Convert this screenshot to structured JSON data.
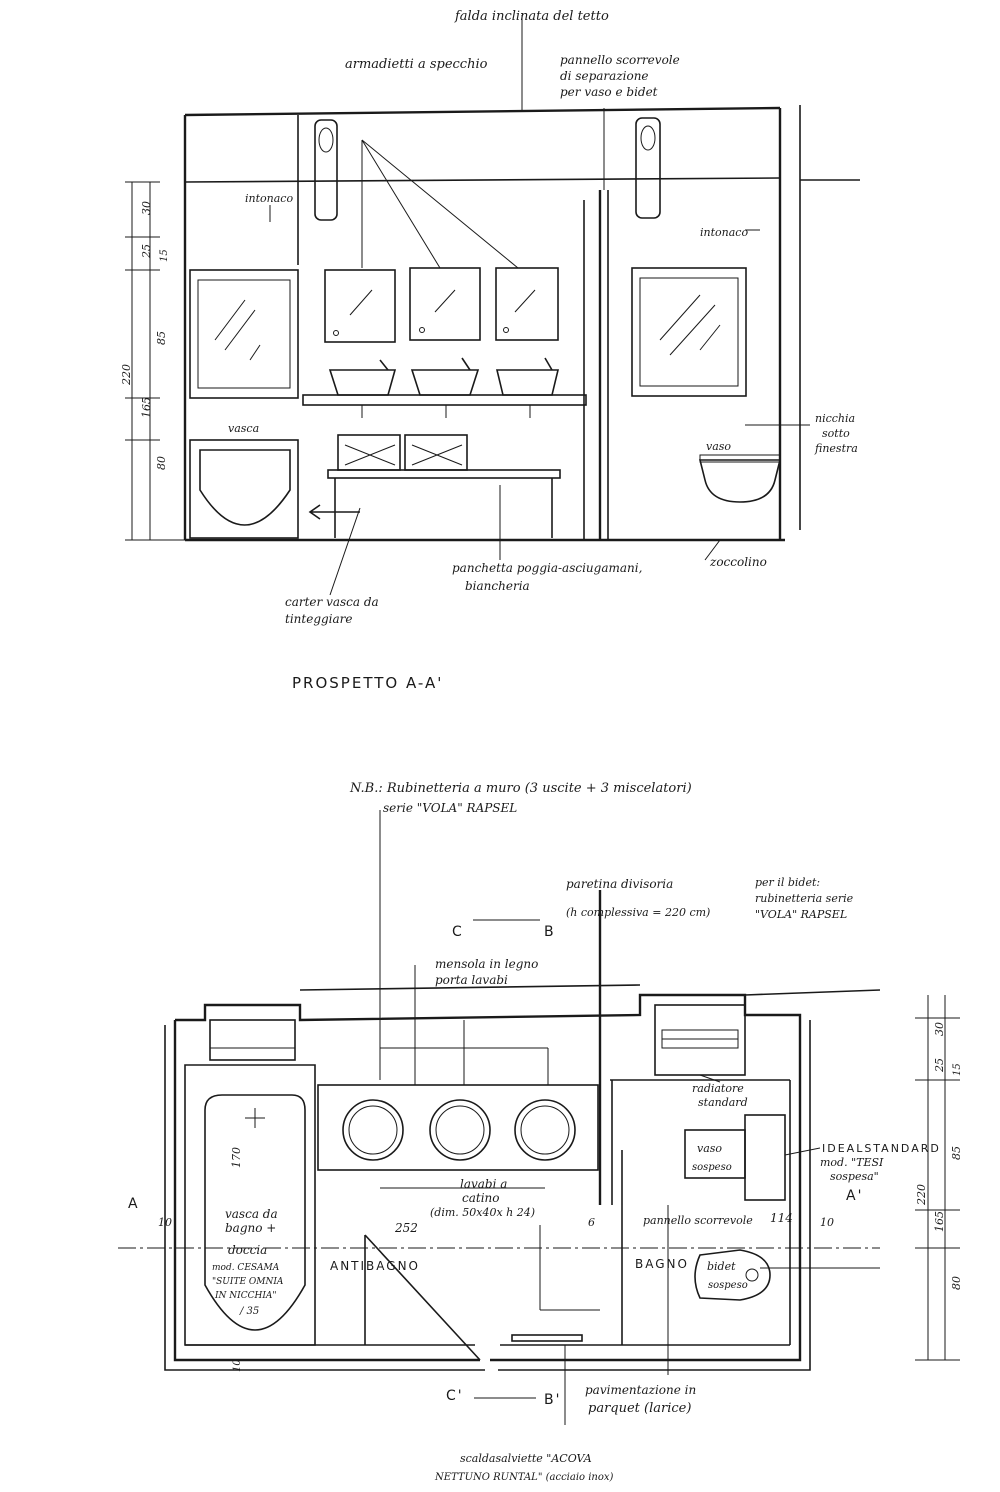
{
  "elevation": {
    "title": "PROSPETTO A-A'",
    "labels": {
      "roof": "falda inclinata del tetto",
      "mirrors": "armadietti a specchio",
      "panel_1": "pannello scorrevole",
      "panel_2": "di separazione",
      "panel_3": "per vaso e bidet",
      "plaster_left": "intonaco",
      "plaster_right": "intonaco",
      "niche_1": "nicchia",
      "niche_2": "sotto",
      "niche_3": "finestra",
      "tub": "vasca",
      "toilet": "vaso",
      "bench_1": "panchetta poggia-asciugamani,",
      "bench_2": "biancheria",
      "skirting": "zoccolino",
      "carter_1": "carter vasca da",
      "carter_2": "tinteggiare"
    },
    "dims": [
      "30",
      "25",
      "15",
      "85",
      "165",
      "80",
      "220"
    ]
  },
  "plan": {
    "note_1": "N.B.: Rubinetteria a muro (3 uscite + 3 miscelatori)",
    "note_2": "serie \"VOLA\" RAPSEL",
    "labels": {
      "partition_1": "paretina divisoria",
      "partition_2": "(h complessiva = 220 cm)",
      "bidet_tap_1": "per il bidet:",
      "bidet_tap_2": "rubinetteria serie",
      "bidet_tap_3": "\"VOLA\" RAPSEL",
      "shelf_1": "mensola in legno",
      "shelf_2": "porta lavabi",
      "radiator_1": "radiatore",
      "radiator_2": "standard",
      "basins_1": "lavabi a",
      "basins_2": "catino",
      "basins_3": "(dim. 50x40x h 24)",
      "ideal_1": "IDEALSTANDARD",
      "ideal_2": "mod. \"TESI",
      "ideal_3": "sospesa\"",
      "wc_1": "vaso",
      "wc_2": "sospeso",
      "bidet_1": "bidet",
      "bidet_2": "sospeso",
      "slide_panel": "pannello scorrevole",
      "tub_1": "vasca da",
      "tub_2": "bagno +",
      "tub_3": "doccia",
      "tub_4": "mod. CESAMA",
      "tub_5": "\"SUITE OMNIA",
      "tub_6": "IN NICCHIA\"",
      "tub_7": "/ 35",
      "antibagno": "ANTIBAGNO",
      "bagno": "BAGNO",
      "floor_1": "pavimentazione in",
      "floor_2": "parquet (larice)",
      "towel_1": "scaldasalviette \"ACOVA",
      "towel_2": "NETTUNO RUNTAL\" (acciaio inox)",
      "sec_a": "A",
      "sec_a2": "A'",
      "sec_b": "B",
      "sec_b2": "B'",
      "sec_c": "C",
      "sec_c2": "C'"
    },
    "dims": {
      "len_252": "252",
      "len_114": "114",
      "len_6": "6",
      "left_10": "10",
      "right_10": "10",
      "bottom_10": "10",
      "tub_170": "170",
      "r30": "30",
      "r25": "25",
      "r15": "15",
      "r85": "85",
      "r165": "165",
      "r80": "80",
      "r220": "220"
    }
  }
}
